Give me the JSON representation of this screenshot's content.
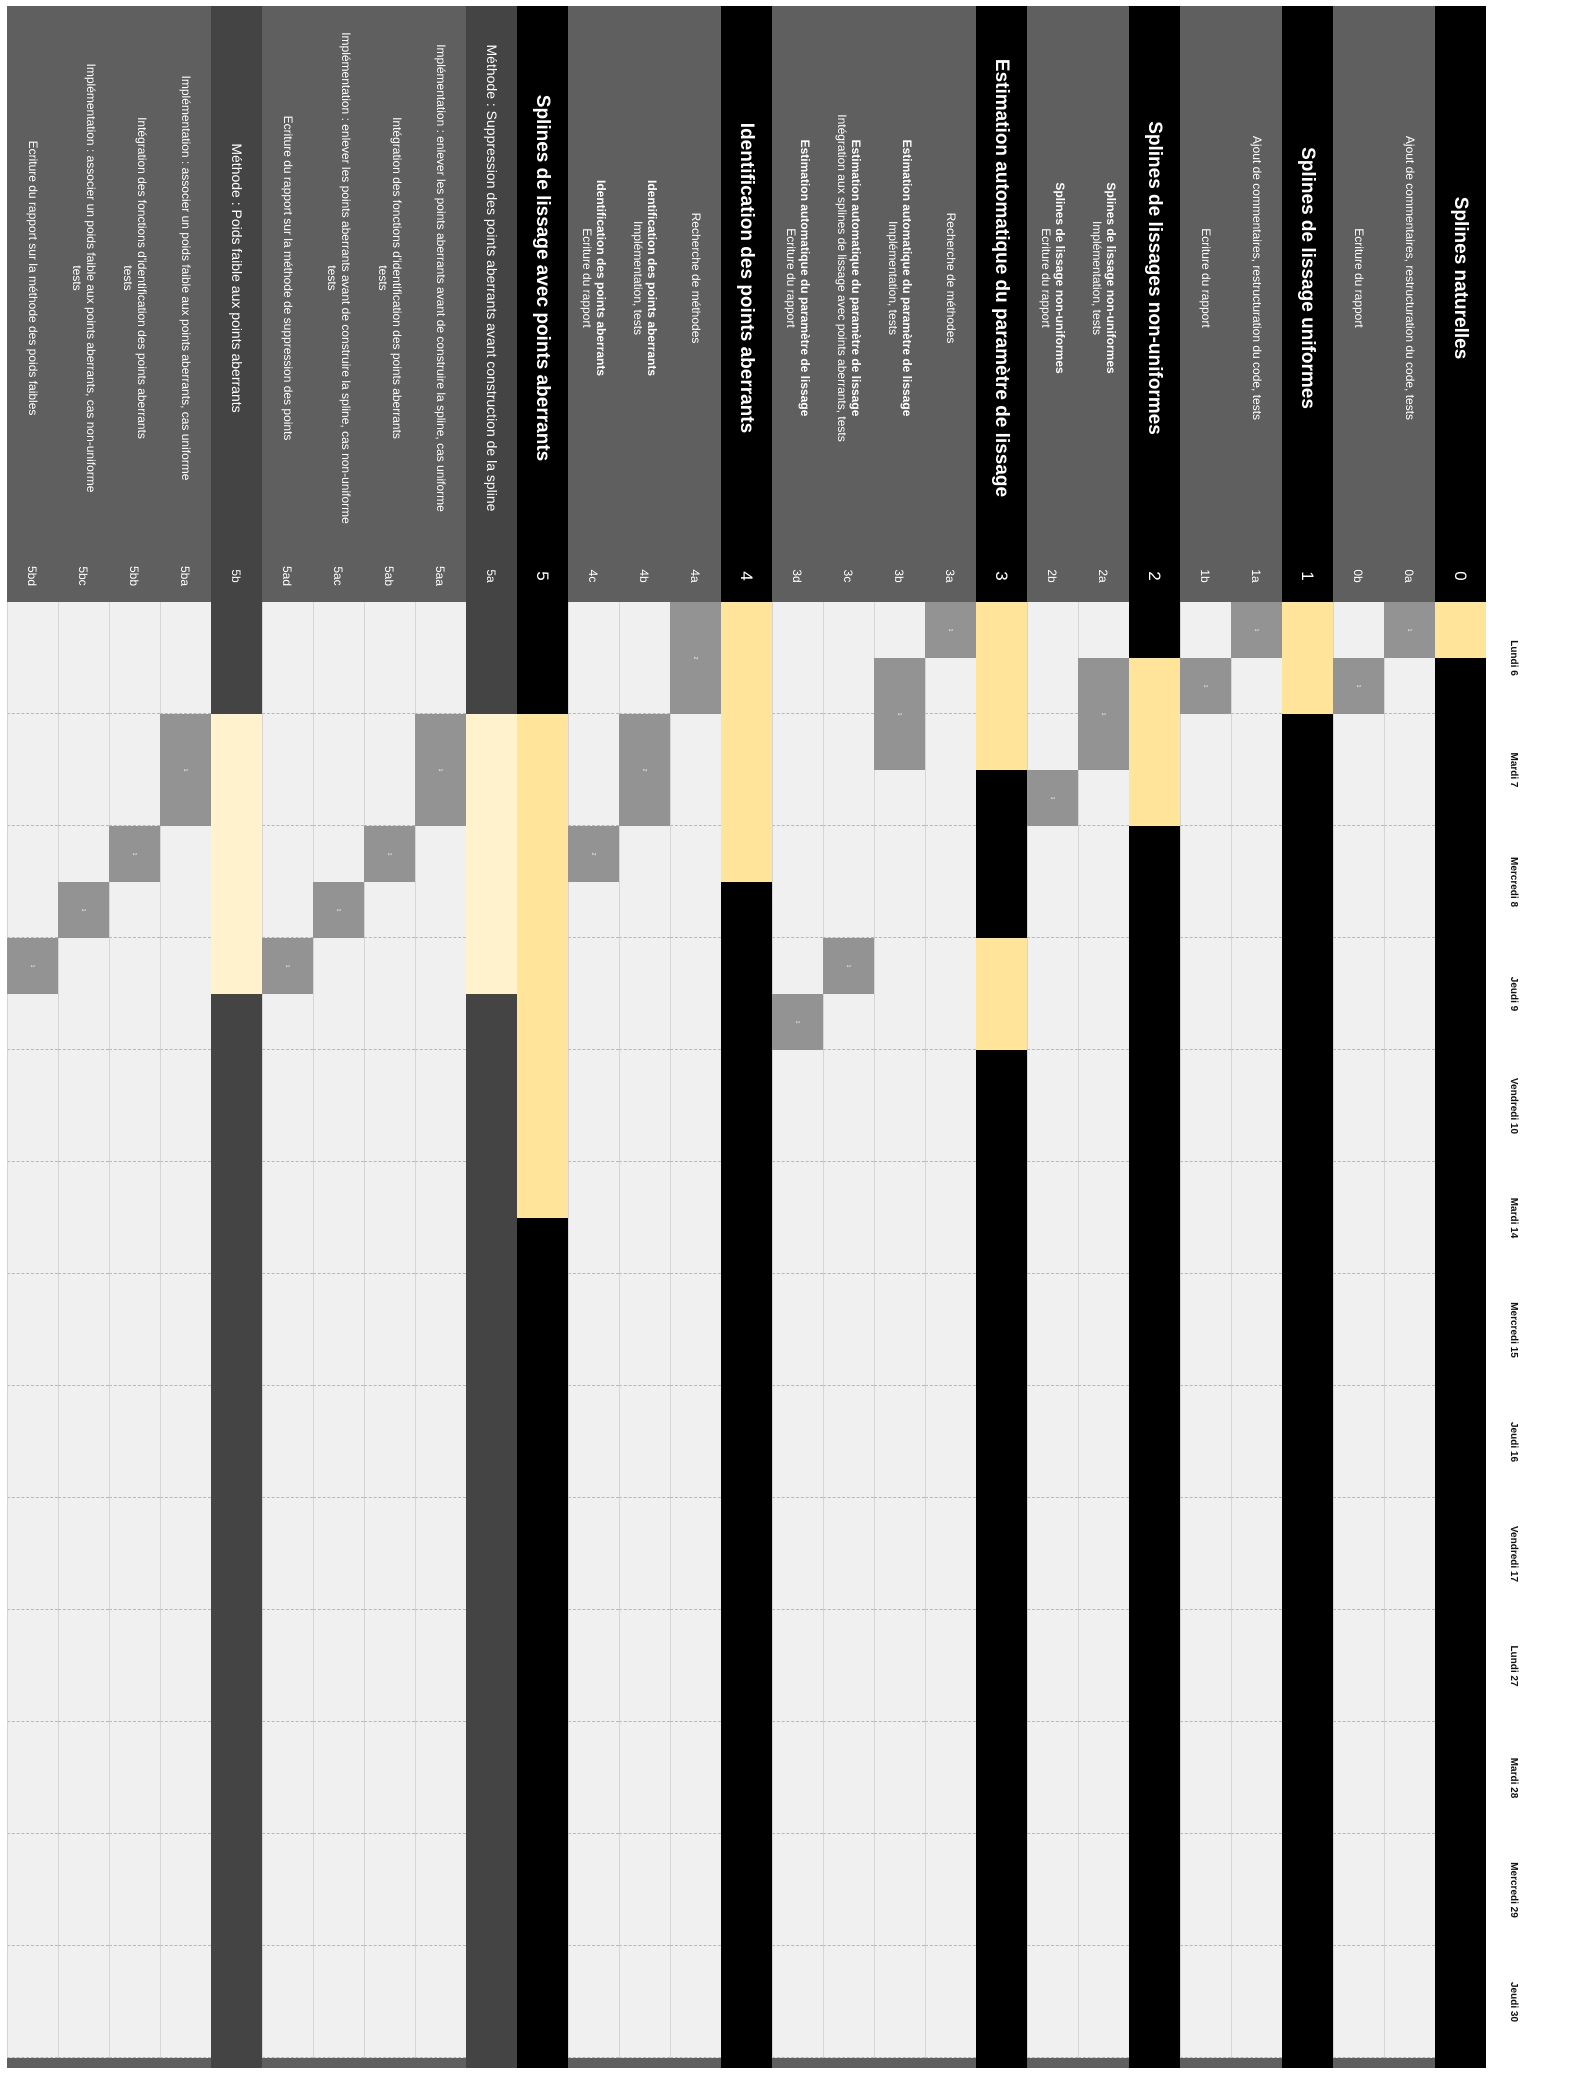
{
  "days": [
    "Lundi 6",
    "Mardi 7",
    "Mercredi 8",
    "Jeudi 9",
    "Vendredi 10",
    "Mardi 14",
    "Mercredi 15",
    "Jeudi 16",
    "Vendredi 17",
    "Lundi 27",
    "Mardi 28",
    "Mercredi 29",
    "Jeudi 30"
  ],
  "rows": [
    {
      "type": "section",
      "code": "0",
      "lines": [
        "Splines naturelles"
      ],
      "bars": [
        {
          "s": 0,
          "e": 0.5
        }
      ]
    },
    {
      "type": "task",
      "code": "0a",
      "lines": [
        "Ajout de commentaires, restructuration du code, tests"
      ],
      "bars": [
        {
          "s": 0,
          "e": 0.5,
          "t": "1"
        }
      ]
    },
    {
      "type": "task",
      "code": "0b",
      "lines": [
        "Ecriture du rapport"
      ],
      "bars": [
        {
          "s": 0.5,
          "e": 1,
          "t": "1"
        }
      ]
    },
    {
      "type": "section",
      "code": "1",
      "lines": [
        "Splines de lissage uniformes"
      ],
      "bars": [
        {
          "s": 0,
          "e": 1
        }
      ]
    },
    {
      "type": "task",
      "code": "1a",
      "lines": [
        "Ajout de commentaires, restructuration du code, tests"
      ],
      "bars": [
        {
          "s": 0,
          "e": 0.5,
          "t": "1"
        }
      ]
    },
    {
      "type": "task",
      "code": "1b",
      "lines": [
        "Ecriture du rapport"
      ],
      "bars": [
        {
          "s": 0.5,
          "e": 1,
          "t": "1"
        }
      ]
    },
    {
      "type": "section",
      "code": "2",
      "lines": [
        "Splines de lissages non-uniformes"
      ],
      "bars": [
        {
          "s": 0.5,
          "e": 2
        }
      ]
    },
    {
      "type": "task",
      "code": "2a",
      "lines": [
        "Splines de lissage non-uniformes",
        "Implémentation, tests"
      ],
      "bold": true,
      "bars": [
        {
          "s": 0.5,
          "e": 1.5,
          "t": "1"
        }
      ]
    },
    {
      "type": "task",
      "code": "2b",
      "lines": [
        "Splines de lissage non-uniformes",
        "Ecriture du rapport"
      ],
      "bold": true,
      "bars": [
        {
          "s": 1.5,
          "e": 2,
          "t": "1"
        }
      ]
    },
    {
      "type": "section",
      "code": "3",
      "lines": [
        "Estimation automatique du paramètre de lissage"
      ],
      "bars": [
        {
          "s": 0,
          "e": 1.5
        },
        {
          "s": 3,
          "e": 4
        }
      ]
    },
    {
      "type": "task",
      "code": "3a",
      "lines": [
        "Recherche de méthodes"
      ],
      "bars": [
        {
          "s": 0,
          "e": 0.5,
          "t": "1"
        }
      ]
    },
    {
      "type": "task",
      "code": "3b",
      "lines": [
        "Estimation automatique du paramètre de lissage",
        "Implémentation, tests"
      ],
      "bold": true,
      "bars": [
        {
          "s": 0.5,
          "e": 1.5,
          "t": "1"
        }
      ]
    },
    {
      "type": "task",
      "code": "3c",
      "lines": [
        "Estimation automatique du paramètre de lissage",
        "Intégration aux splines de lissage avec points aberrants, tests"
      ],
      "bold": true,
      "bars": [
        {
          "s": 3,
          "e": 3.5,
          "t": "1"
        }
      ]
    },
    {
      "type": "task",
      "code": "3d",
      "lines": [
        "Estimation automatique du paramètre de lissage",
        "Ecriture du rapport"
      ],
      "bold": true,
      "bars": [
        {
          "s": 3.5,
          "e": 4,
          "t": "1"
        }
      ]
    },
    {
      "type": "section",
      "code": "4",
      "lines": [
        "Identification des points aberrants"
      ],
      "bars": [
        {
          "s": 0,
          "e": 2.5
        }
      ]
    },
    {
      "type": "task",
      "code": "4a",
      "lines": [
        "Recherche de méthodes"
      ],
      "bars": [
        {
          "s": 0,
          "e": 1,
          "t": "2"
        }
      ]
    },
    {
      "type": "task",
      "code": "4b",
      "lines": [
        "Identification des points aberrants",
        "Implémentation, tests"
      ],
      "bold": true,
      "bars": [
        {
          "s": 1,
          "e": 2,
          "t": "2"
        }
      ]
    },
    {
      "type": "task",
      "code": "4c",
      "lines": [
        "Identification des points aberrants",
        "Ecriture du rapport"
      ],
      "bold": true,
      "bars": [
        {
          "s": 2,
          "e": 2.5,
          "t": "2"
        }
      ]
    },
    {
      "type": "section",
      "code": "5",
      "lines": [
        "Splines de lissage avec points aberrants"
      ],
      "bars": [
        {
          "s": 1,
          "e": 5.5
        }
      ]
    },
    {
      "type": "subsection",
      "code": "5a",
      "lines": [
        "Méthode : Suppression des points aberrants avant construction de la spline"
      ],
      "bars": [
        {
          "s": 1,
          "e": 3.5
        }
      ]
    },
    {
      "type": "task",
      "code": "5aa",
      "lines": [
        "Implémentation : enlever les points aberrants avant de construire la spline, cas uniforme"
      ],
      "bars": [
        {
          "s": 1,
          "e": 2,
          "t": "1"
        }
      ]
    },
    {
      "type": "task",
      "code": "5ab",
      "lines": [
        "Intégration des fonctions d'identification des points aberrants",
        "tests"
      ],
      "bars": [
        {
          "s": 2,
          "e": 2.5,
          "t": "1"
        }
      ]
    },
    {
      "type": "task",
      "code": "5ac",
      "lines": [
        "Implémentation : enlever les points aberrants avant de construire la spline, cas non-uniforme",
        "tests"
      ],
      "bars": [
        {
          "s": 2.5,
          "e": 3,
          "t": "1"
        }
      ]
    },
    {
      "type": "task",
      "code": "5ad",
      "lines": [
        "Ecriture du rapport sur la méthode de suppression des points"
      ],
      "bars": [
        {
          "s": 3,
          "e": 3.5,
          "t": "1"
        }
      ]
    },
    {
      "type": "subsection",
      "code": "5b",
      "lines": [
        "Méthode : Poids faible aux points aberrants"
      ],
      "bars": [
        {
          "s": 1,
          "e": 3.5
        }
      ]
    },
    {
      "type": "task",
      "code": "5ba",
      "lines": [
        "Implémentation : associer un poids faible aux points aberrants, cas uniforme"
      ],
      "bars": [
        {
          "s": 1,
          "e": 2,
          "t": "1"
        }
      ]
    },
    {
      "type": "task",
      "code": "5bb",
      "lines": [
        "Intégration des fonctions d'identification des points aberrants",
        "tests"
      ],
      "bars": [
        {
          "s": 2,
          "e": 2.5,
          "t": "1"
        }
      ]
    },
    {
      "type": "task",
      "code": "5bc",
      "lines": [
        "Implémentation : associer un poids faible aux points aberrants, cas non-uniforme",
        "tests"
      ],
      "bars": [
        {
          "s": 2.5,
          "e": 3,
          "t": "1"
        }
      ]
    },
    {
      "type": "task",
      "code": "5bd",
      "lines": [
        "Ecriture du rapport sur la méthode des poids faibles"
      ],
      "bars": [
        {
          "s": 3,
          "e": 3.5,
          "t": "1"
        }
      ]
    }
  ]
}
